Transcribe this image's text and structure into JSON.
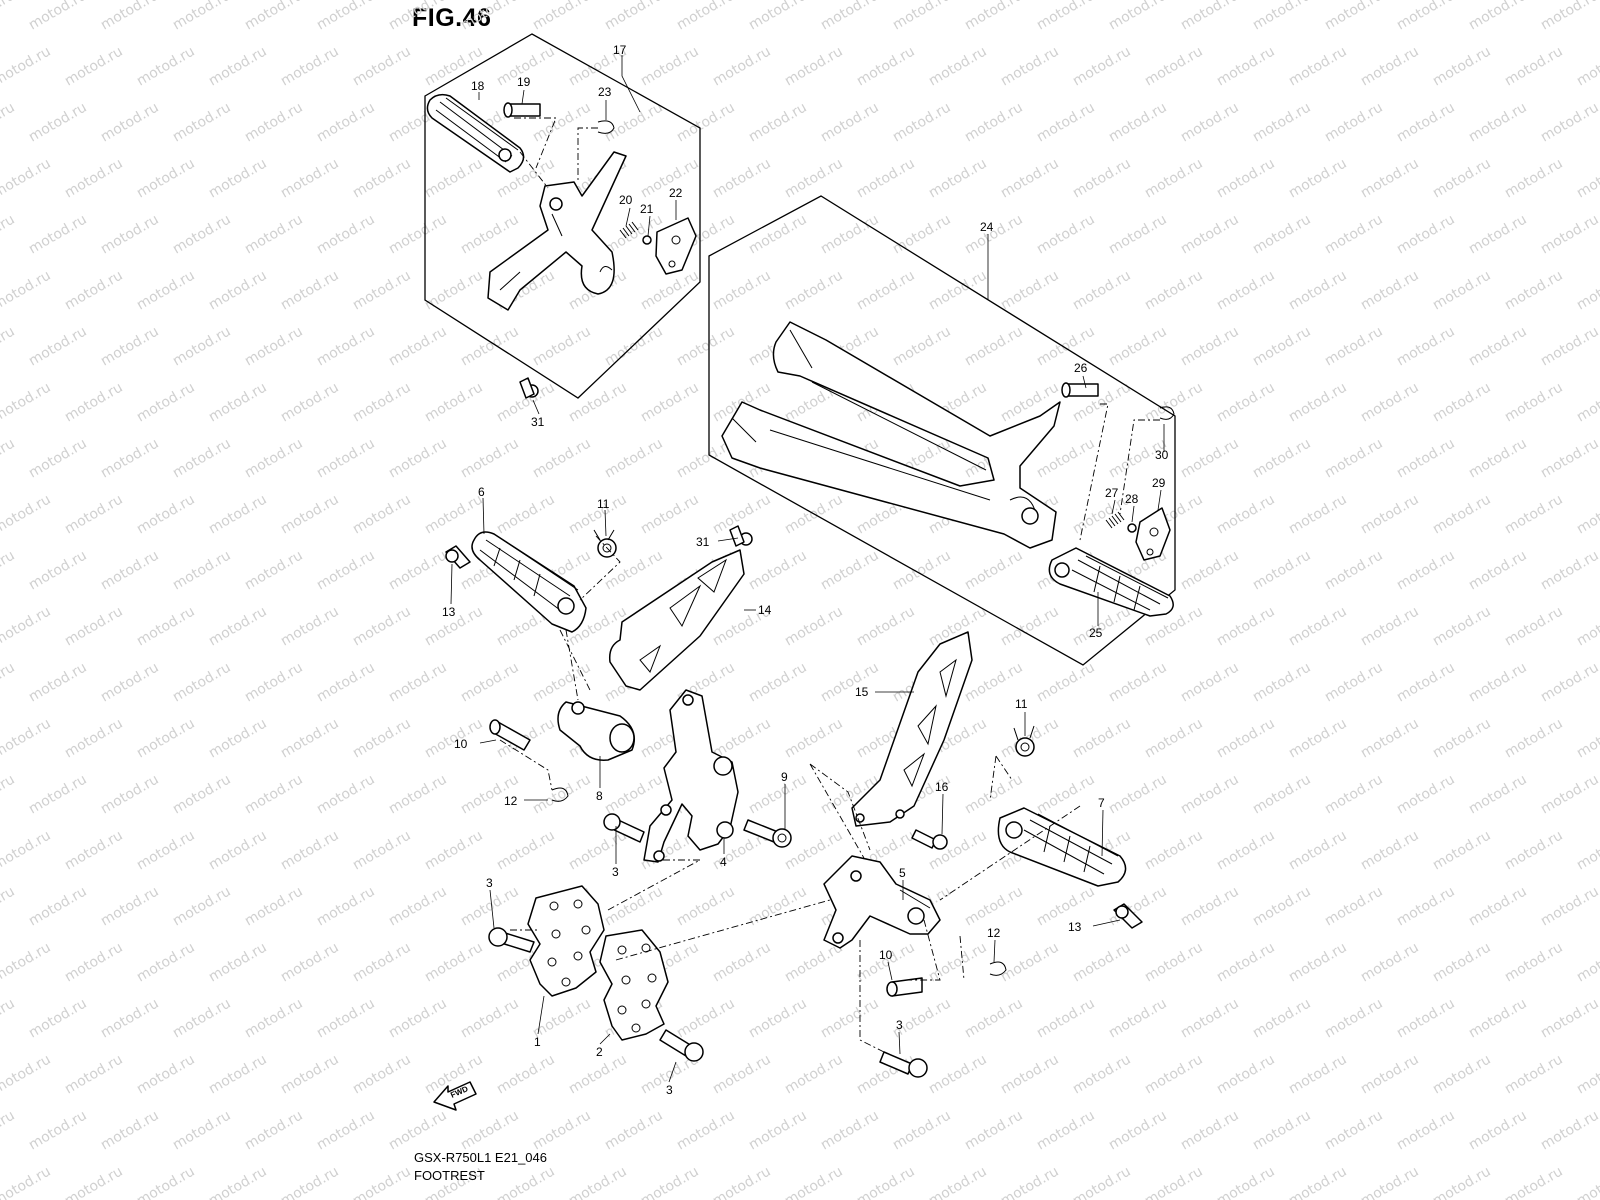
{
  "figure": {
    "title": "FIG.46",
    "model_code": "GSX-R750L1 E21_046",
    "name": "FOOTREST"
  },
  "watermark": {
    "text": "motod.ru"
  },
  "fwd_label": "FWD",
  "callouts": [
    {
      "id": "c17",
      "label": "17"
    },
    {
      "id": "c18",
      "label": "18"
    },
    {
      "id": "c19",
      "label": "19"
    },
    {
      "id": "c23",
      "label": "23"
    },
    {
      "id": "c20",
      "label": "20"
    },
    {
      "id": "c21",
      "label": "21"
    },
    {
      "id": "c22",
      "label": "22"
    },
    {
      "id": "c24",
      "label": "24"
    },
    {
      "id": "c26",
      "label": "26"
    },
    {
      "id": "c30",
      "label": "30"
    },
    {
      "id": "c29",
      "label": "29"
    },
    {
      "id": "c27",
      "label": "27"
    },
    {
      "id": "c28",
      "label": "28"
    },
    {
      "id": "c25",
      "label": "25"
    },
    {
      "id": "c31a",
      "label": "31"
    },
    {
      "id": "c31b",
      "label": "31"
    },
    {
      "id": "c6",
      "label": "6"
    },
    {
      "id": "c11a",
      "label": "11"
    },
    {
      "id": "c13a",
      "label": "13"
    },
    {
      "id": "c14",
      "label": "14"
    },
    {
      "id": "c15",
      "label": "15"
    },
    {
      "id": "c11b",
      "label": "11"
    },
    {
      "id": "c10a",
      "label": "10"
    },
    {
      "id": "c12a",
      "label": "12"
    },
    {
      "id": "c8",
      "label": "8"
    },
    {
      "id": "c9",
      "label": "9"
    },
    {
      "id": "c16",
      "label": "16"
    },
    {
      "id": "c7",
      "label": "7"
    },
    {
      "id": "c3a",
      "label": "3"
    },
    {
      "id": "c4",
      "label": "4"
    },
    {
      "id": "c5",
      "label": "5"
    },
    {
      "id": "c3b",
      "label": "3"
    },
    {
      "id": "c13b",
      "label": "13"
    },
    {
      "id": "c12b",
      "label": "12"
    },
    {
      "id": "c10b",
      "label": "10"
    },
    {
      "id": "c1",
      "label": "1"
    },
    {
      "id": "c2",
      "label": "2"
    },
    {
      "id": "c3c",
      "label": "3"
    },
    {
      "id": "c3d",
      "label": "3"
    }
  ]
}
